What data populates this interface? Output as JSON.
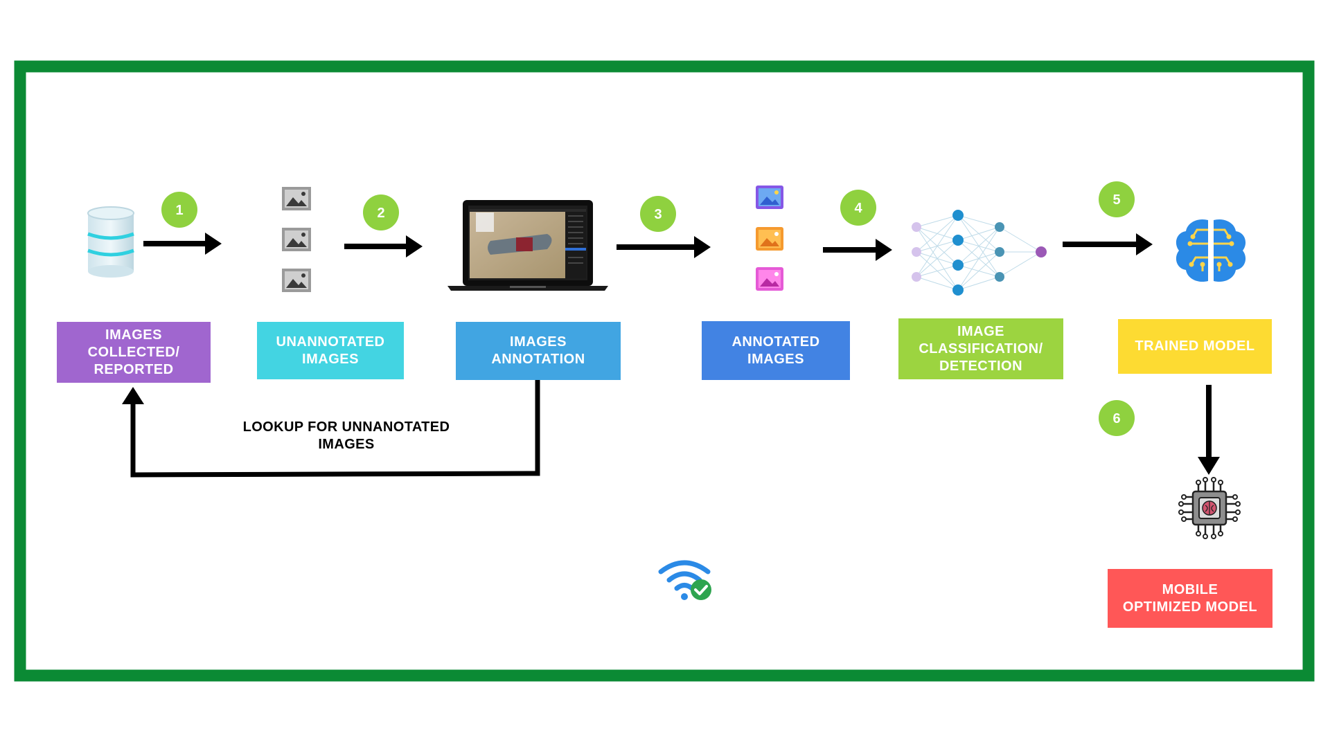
{
  "colors": {
    "frame": "#0b8a34",
    "step_circle": "#8fd13f",
    "arrow": "#000000"
  },
  "steps": [
    "1",
    "2",
    "3",
    "4",
    "5",
    "6"
  ],
  "boxes": {
    "collected": {
      "text": "IMAGES COLLECTED/ REPORTED",
      "lines": [
        "IMAGES",
        "COLLECTED/",
        "REPORTED"
      ],
      "color": "#a066cf"
    },
    "unannotated": {
      "text": "UNANNOTATED IMAGES",
      "lines": [
        "UNANNOTATED",
        "IMAGES"
      ],
      "color": "#43d4e2"
    },
    "annotation": {
      "text": "IMAGES ANNOTATION",
      "lines": [
        "IMAGES",
        "ANNOTATION"
      ],
      "color": "#41a5e2"
    },
    "annotated": {
      "text": "ANNOTATED IMAGES",
      "lines": [
        "ANNOTATED",
        "IMAGES"
      ],
      "color": "#4283e3"
    },
    "classification": {
      "text": "IMAGE CLASSIFICATION/ DETECTION",
      "lines": [
        "IMAGE",
        "CLASSIFICATION/",
        "DETECTION"
      ],
      "color": "#9cd440"
    },
    "trained": {
      "text": "TRAINED MODEL",
      "lines": [
        "TRAINED MODEL"
      ],
      "color": "#fddb32"
    },
    "mobile": {
      "text": "MOBILE OPTIMIZED MODEL",
      "lines": [
        "MOBILE",
        "OPTIMIZED MODEL"
      ],
      "color": "#ff5757"
    }
  },
  "feedback": {
    "lines": [
      "LOOKUP FOR UNNANOTATED",
      "IMAGES"
    ]
  },
  "icons": {
    "database": "database-icon",
    "image_placeholder": "image-placeholder-icon",
    "laptop": "laptop-icon",
    "colored_image": "image-icon",
    "neural_network": "neural-network-icon",
    "brain": "brain-icon",
    "chip": "ai-chip-icon",
    "wifi": "wifi-check-icon"
  }
}
